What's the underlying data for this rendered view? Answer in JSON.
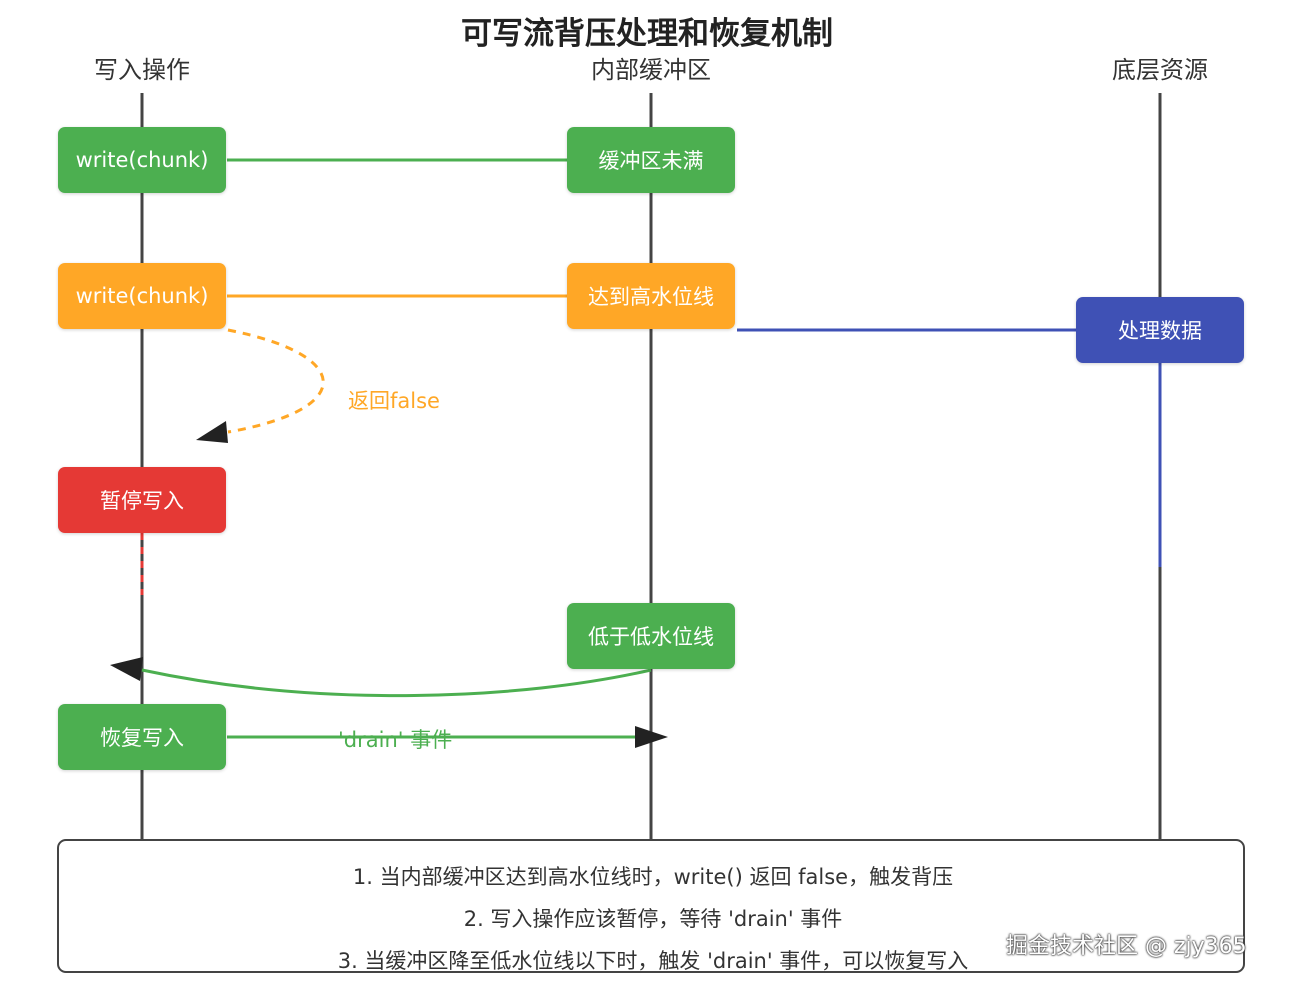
{
  "title": "可写流背压处理和恢复机制",
  "lanes": [
    "写入操作",
    "内部缓冲区",
    "底层资源"
  ],
  "boxes": {
    "write1": "write(chunk)",
    "buffer_not_full": "缓冲区未满",
    "write2": "write(chunk)",
    "high_watermark": "达到高水位线",
    "process_data": "处理数据",
    "pause_write": "暂停写入",
    "low_watermark": "低于低水位线",
    "resume_write": "恢复写入"
  },
  "edge_labels": {
    "return_false": "返回false",
    "drain_event": "'drain' 事件"
  },
  "notes": [
    "1. 当内部缓冲区达到高水位线时，write() 返回 false，触发背压",
    "2. 写入操作应该暂停，等待 'drain' 事件",
    "3. 当缓冲区降至低水位线以下时，触发 'drain' 事件，可以恢复写入"
  ],
  "watermark": "掘金技术社区 @ zjy365",
  "colors": {
    "green": "#4caf50",
    "orange": "#ffa726",
    "red": "#e53935",
    "indigo": "#3f51b5",
    "lifeline": "#444444"
  }
}
